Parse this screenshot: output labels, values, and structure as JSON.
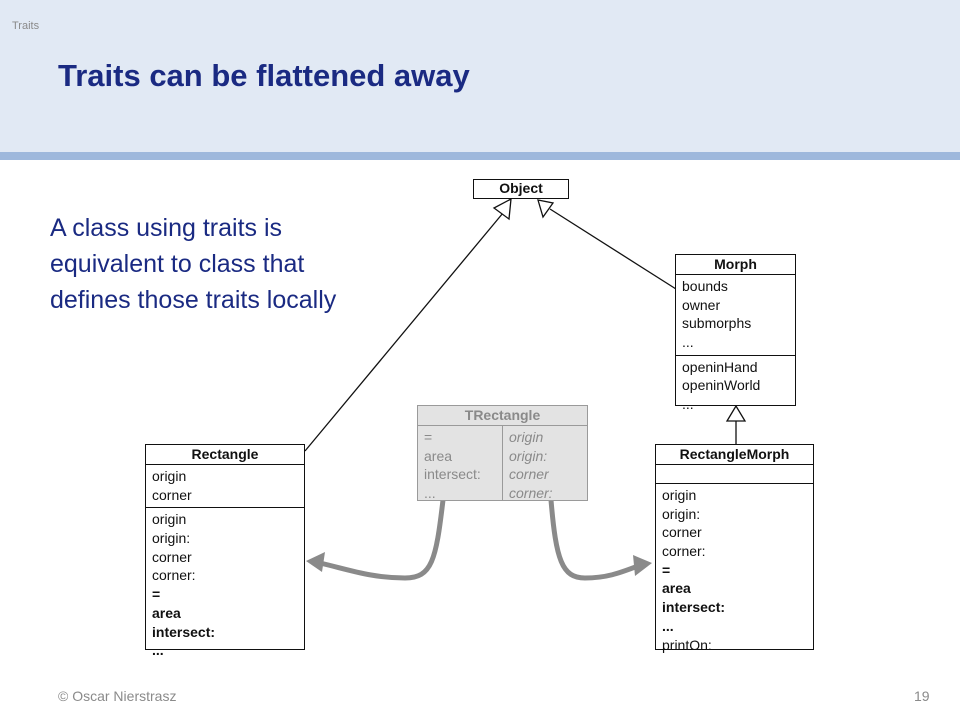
{
  "header": {
    "section_label": "Traits",
    "title": "Traits can be flattened away"
  },
  "body_text": "A class using traits is equivalent to class that defines those traits locally",
  "footer": {
    "copyright": "© Oscar Nierstrasz",
    "page_number": "19"
  },
  "colors": {
    "title": "#1a2a82",
    "header_bg": "#e1e9f4",
    "header_rule": "#9eb8dc",
    "trait_fill": "#e3e3e3",
    "flatten_arrow": "#8a8a8a"
  },
  "diagram": {
    "object": {
      "name": "Object"
    },
    "morph": {
      "name": "Morph",
      "attributes": [
        "bounds",
        "owner",
        "submorphs",
        "..."
      ],
      "methods": [
        "openinHand",
        "openinWorld",
        "..."
      ]
    },
    "trectangle": {
      "name": "TRectangle",
      "provided": [
        "=",
        "area",
        "intersect:",
        "..."
      ],
      "required": [
        "origin",
        "origin:",
        "corner",
        "corner:"
      ]
    },
    "rectangle": {
      "name": "Rectangle",
      "attributes": [
        "origin",
        "corner"
      ],
      "methods": [
        "origin",
        "origin:",
        "corner",
        "corner:"
      ],
      "flattened_methods": [
        "=",
        "area",
        "intersect:",
        "..."
      ]
    },
    "rectangle_morph": {
      "name": "RectangleMorph",
      "methods": [
        "origin",
        "origin:",
        "corner",
        "corner:"
      ],
      "flattened_methods": [
        "=",
        "area",
        "intersect:",
        "..."
      ],
      "extra_methods": [
        "printOn:"
      ]
    }
  }
}
